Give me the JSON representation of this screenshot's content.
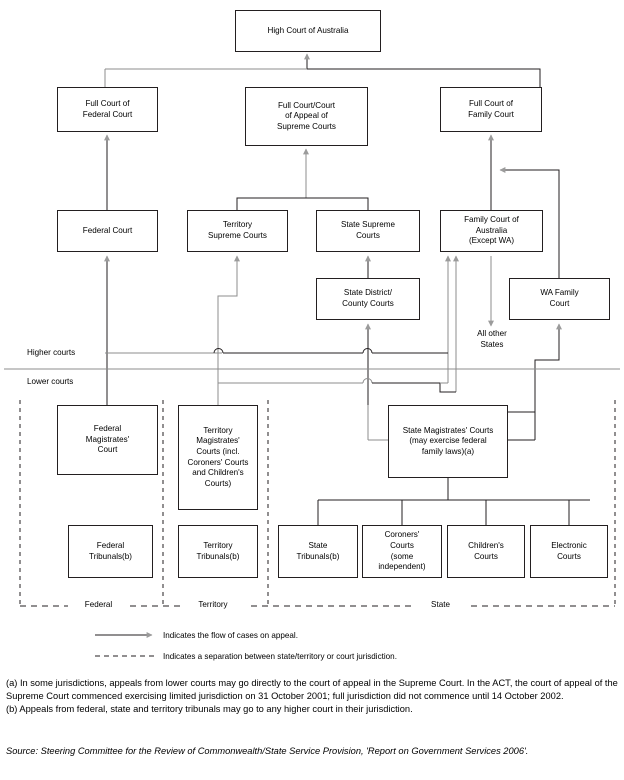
{
  "diagram": {
    "title": "Australian court system hierarchy",
    "colors": {
      "box_border": "#231f20",
      "line_dark": "#231f20",
      "line_grey": "#8c8c8c",
      "background": "#ffffff"
    },
    "nodes": [
      {
        "id": "high-court",
        "label": "High Court of Australia"
      },
      {
        "id": "full-court-federal",
        "label": "Full Court of\nFederal Court"
      },
      {
        "id": "full-court-appeal",
        "label": "Full Court/Court\nof Appeal of\nSupreme Courts"
      },
      {
        "id": "full-court-family",
        "label": "Full Court of\nFamily Court"
      },
      {
        "id": "federal-court",
        "label": "Federal Court"
      },
      {
        "id": "territory-supreme",
        "label": "Territory\nSupreme Courts"
      },
      {
        "id": "state-supreme",
        "label": "State Supreme\nCourts"
      },
      {
        "id": "family-court-aus",
        "label": "Family Court of\nAustralia\n(Except WA)"
      },
      {
        "id": "state-district",
        "label": "State District/\nCounty Courts"
      },
      {
        "id": "wa-family-court",
        "label": "WA Family\nCourt"
      },
      {
        "id": "federal-magistrates",
        "label": "Federal\nMagistrates'\nCourt"
      },
      {
        "id": "territory-magistrates",
        "label": "Territory\nMagistrates'\nCourts (incl.\nCoroners' Courts\nand Children's\nCourts)"
      },
      {
        "id": "state-magistrates",
        "label": "State Magistrates' Courts\n(may exercise federal\nfamily laws)(a)"
      },
      {
        "id": "federal-tribunals",
        "label": "Federal\nTribunals(b)"
      },
      {
        "id": "territory-tribunals",
        "label": "Territory\nTribunals(b)"
      },
      {
        "id": "state-tribunals",
        "label": "State\nTribunals(b)"
      },
      {
        "id": "coroners-courts",
        "label": "Coroners'\nCourts\n(some\nindependent)"
      },
      {
        "id": "childrens-courts",
        "label": "Children's\nCourts"
      },
      {
        "id": "electronic-courts",
        "label": "Electronic\nCourts"
      }
    ],
    "annotations": {
      "higher_courts": "Higher courts",
      "lower_courts": "Lower courts",
      "all_other_states": "All other\nStates"
    },
    "zones": [
      {
        "id": "zone-federal",
        "label": "Federal"
      },
      {
        "id": "zone-territory",
        "label": "Territory"
      },
      {
        "id": "zone-state",
        "label": "State"
      }
    ]
  },
  "legend": {
    "items": [
      {
        "id": "legend-arrow",
        "marker": "arrow",
        "text": "Indicates the flow of cases on appeal."
      },
      {
        "id": "legend-dashed",
        "marker": "dashed",
        "text": "Indicates a separation between state/territory or court jurisdiction."
      }
    ]
  },
  "notes": {
    "a": "(a) In some jurisdictions, appeals from lower courts may go directly to the court of appeal in the Supreme Court. In the ACT, the court of appeal of the Supreme Court commenced exercising limited jurisdiction on 31 October 2001; full jurisdiction did not commence until 14 October 2002.",
    "b": "(b) Appeals from federal, state and territory tribunals may go to any higher court in their jurisdiction."
  },
  "source": {
    "text": "Source: Steering Committee for the Review of Commonwealth/State Service Provision, 'Report on Government Services 2006'."
  }
}
